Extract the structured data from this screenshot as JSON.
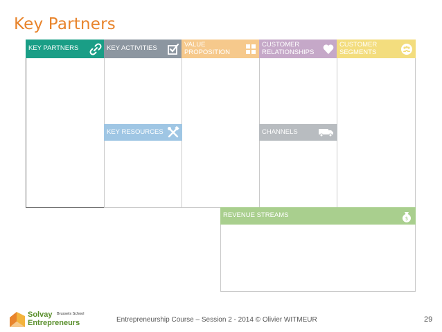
{
  "slide": {
    "title": "Key Partners",
    "footer": "Entrepreneurship Course – Session 2 - 2014 © Olivier WITMEUR",
    "page_number": "29"
  },
  "canvas": {
    "key_partners": {
      "label": "KEY PARTNERS",
      "icon": "link-icon",
      "color": "#1a9e86"
    },
    "key_activities": {
      "label": "KEY ACTIVITIES",
      "icon": "checkbox-icon",
      "color": "#8c96a0"
    },
    "key_resources": {
      "label": "KEY RESOURCES",
      "icon": "tools-icon",
      "color": "#9fc6e4"
    },
    "value_proposition": {
      "label": "VALUE\nPROPOSITION",
      "icon": "gift-icon",
      "color": "#f6c98c"
    },
    "customer_relationships": {
      "label": "CUSTOMER\nRELATIONSHIPS",
      "icon": "heart-icon",
      "color": "#c5a8c8"
    },
    "channels": {
      "label": "CHANNELS",
      "icon": "truck-icon",
      "color": "#b8bcc0"
    },
    "customer_segments": {
      "label": "CUSTOMER\nSEGMENTS",
      "icon": "people-icon",
      "color": "#f3dd7e"
    },
    "revenue_streams": {
      "label": "REVENUE STREAMS",
      "icon": "money-bag-icon",
      "color": "#a9cf8e"
    }
  },
  "logo": {
    "line1": "Solvay",
    "line2": "Entrepreneurs",
    "school": "Brussels School"
  }
}
